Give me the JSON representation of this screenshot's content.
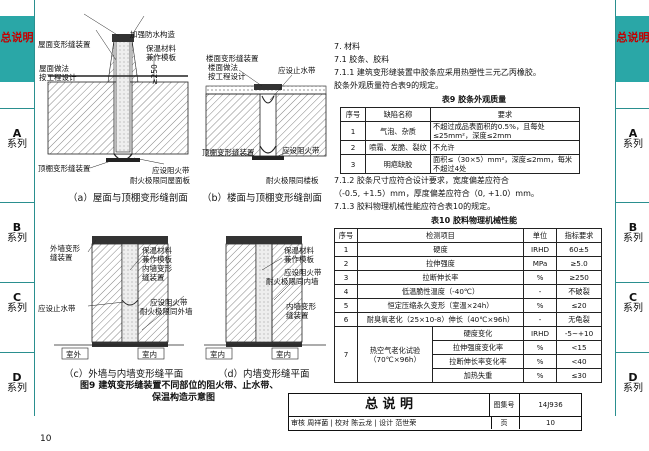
{
  "sidebar_left": {
    "tabs": [
      {
        "label": "总说明"
      },
      {
        "letter": "A",
        "label": "系列"
      },
      {
        "letter": "B",
        "label": "系列"
      },
      {
        "letter": "C",
        "label": "系列"
      },
      {
        "letter": "D",
        "label": "系列"
      }
    ]
  },
  "sidebar_right": {
    "tabs": [
      {
        "label": "总说明"
      },
      {
        "letter": "A",
        "label": "系列"
      },
      {
        "letter": "B",
        "label": "系列"
      },
      {
        "letter": "C",
        "label": "系列"
      },
      {
        "letter": "D",
        "label": "系列"
      }
    ]
  },
  "drawings": {
    "a": {
      "labels": [
        "屋面变形缝装置",
        "屋面做法",
        "按工程设计",
        "加强防水构造",
        "保温材料",
        "兼作模板",
        "≥250",
        "顶棚变形缝装置",
        "应设阻火带",
        "耐火极限同屋面板"
      ],
      "caption": "（a）屋面与顶棚变形缝剖面"
    },
    "b": {
      "labels": [
        "楼面变形缝装置",
        "楼面做法",
        "按工程设计",
        "应设止水带",
        "顶棚变形缝装置",
        "应设阻火带",
        "耐火极限同楼板"
      ],
      "caption": "（b）楼面与顶棚变形缝剖面"
    },
    "c": {
      "labels": [
        "外墙变形",
        "缝装置",
        "保温材料",
        "兼作模板",
        "内墙变形",
        "缝装置",
        "应设止水带",
        "应设阻火带",
        "耐火极限同外墙",
        "室外",
        "室内"
      ],
      "caption": "（c）外墙与内墙变形缝平面"
    },
    "d": {
      "labels": [
        "保温材料",
        "兼作模板",
        "应设阻火带",
        "耐火极限同内墙",
        "内墙变形",
        "缝装置",
        "室内",
        "室内"
      ],
      "caption": "（d）内墙变形缝平面"
    },
    "figure_caption_line1": "图9  建筑变形缝装置不同部位的阻火带、止水带、",
    "figure_caption_line2": "保温构造示意图"
  },
  "text": {
    "section": "7.  材料",
    "s71": "7.1  胶条、胶料",
    "s711a": "7.1.1  建筑变形缝装置中胶条应采用热塑性三元乙丙橡胶。",
    "s711b": "胶条外观质量符合表9的规定。",
    "table9_caption": "表9  胶条外观质量",
    "table9_headers": [
      "序号",
      "缺陷名称",
      "要求"
    ],
    "table9_rows": [
      [
        "1",
        "气泡、杂质",
        "不超过成品表面积的0.5%，且每处≤25mm²，深度≤2mm"
      ],
      [
        "2",
        "喷霜、发脆、裂纹",
        "不允许"
      ],
      [
        "3",
        "明疤缺胶",
        "面积≤（30×5）mm²，深度≤2mm，每米不超过4处"
      ]
    ],
    "s712a": "7.1.2  胶条尺寸应符合设计要求，宽度偏差应符合",
    "s712b": "（-0.5, +1.5）mm，厚度偏差应符合（0, +1.0）mm。",
    "s713": "7.1.3  胶料物理机械性能应符合表10的规定。",
    "table10_caption": "表10  胶料物理机械性能",
    "table10_headers": [
      "序号",
      "检测项目",
      "单位",
      "指标要求"
    ],
    "table10_rows": [
      [
        "1",
        "硬度",
        "IRHD",
        "60±5"
      ],
      [
        "2",
        "拉伸强度",
        "MPa",
        "≥5.0"
      ],
      [
        "3",
        "拉断伸长率",
        "%",
        "≥250"
      ],
      [
        "4",
        "低温脆性温度（-40℃）",
        "-",
        "不破裂"
      ],
      [
        "5",
        "恒定压缩永久变形（室温×24h）",
        "%",
        "≤20"
      ],
      [
        "6",
        "耐臭氧老化（25×10-8）伸长（40℃×96h）",
        "-",
        "无龟裂"
      ]
    ],
    "table10_row7_no": "7",
    "table10_row7_item": "热空气老化试验（70℃×96h）",
    "table10_row7_sub": [
      [
        "硬度变化",
        "IRHD",
        "-5~+10"
      ],
      [
        "拉伸强度变化率",
        "%",
        "<15"
      ],
      [
        "拉断伸长率变化率",
        "%",
        "<40"
      ],
      [
        "加热失重",
        "%",
        "≤30"
      ]
    ]
  },
  "titleblock": {
    "title": "总  说  明",
    "atlas_label": "图集号",
    "atlas_no": "14J936",
    "page_label": "页",
    "page_no": "10",
    "roles": "审核 周祥菌 |  校对 陈云龙 |  设计 范世荣"
  },
  "page_number": "10"
}
